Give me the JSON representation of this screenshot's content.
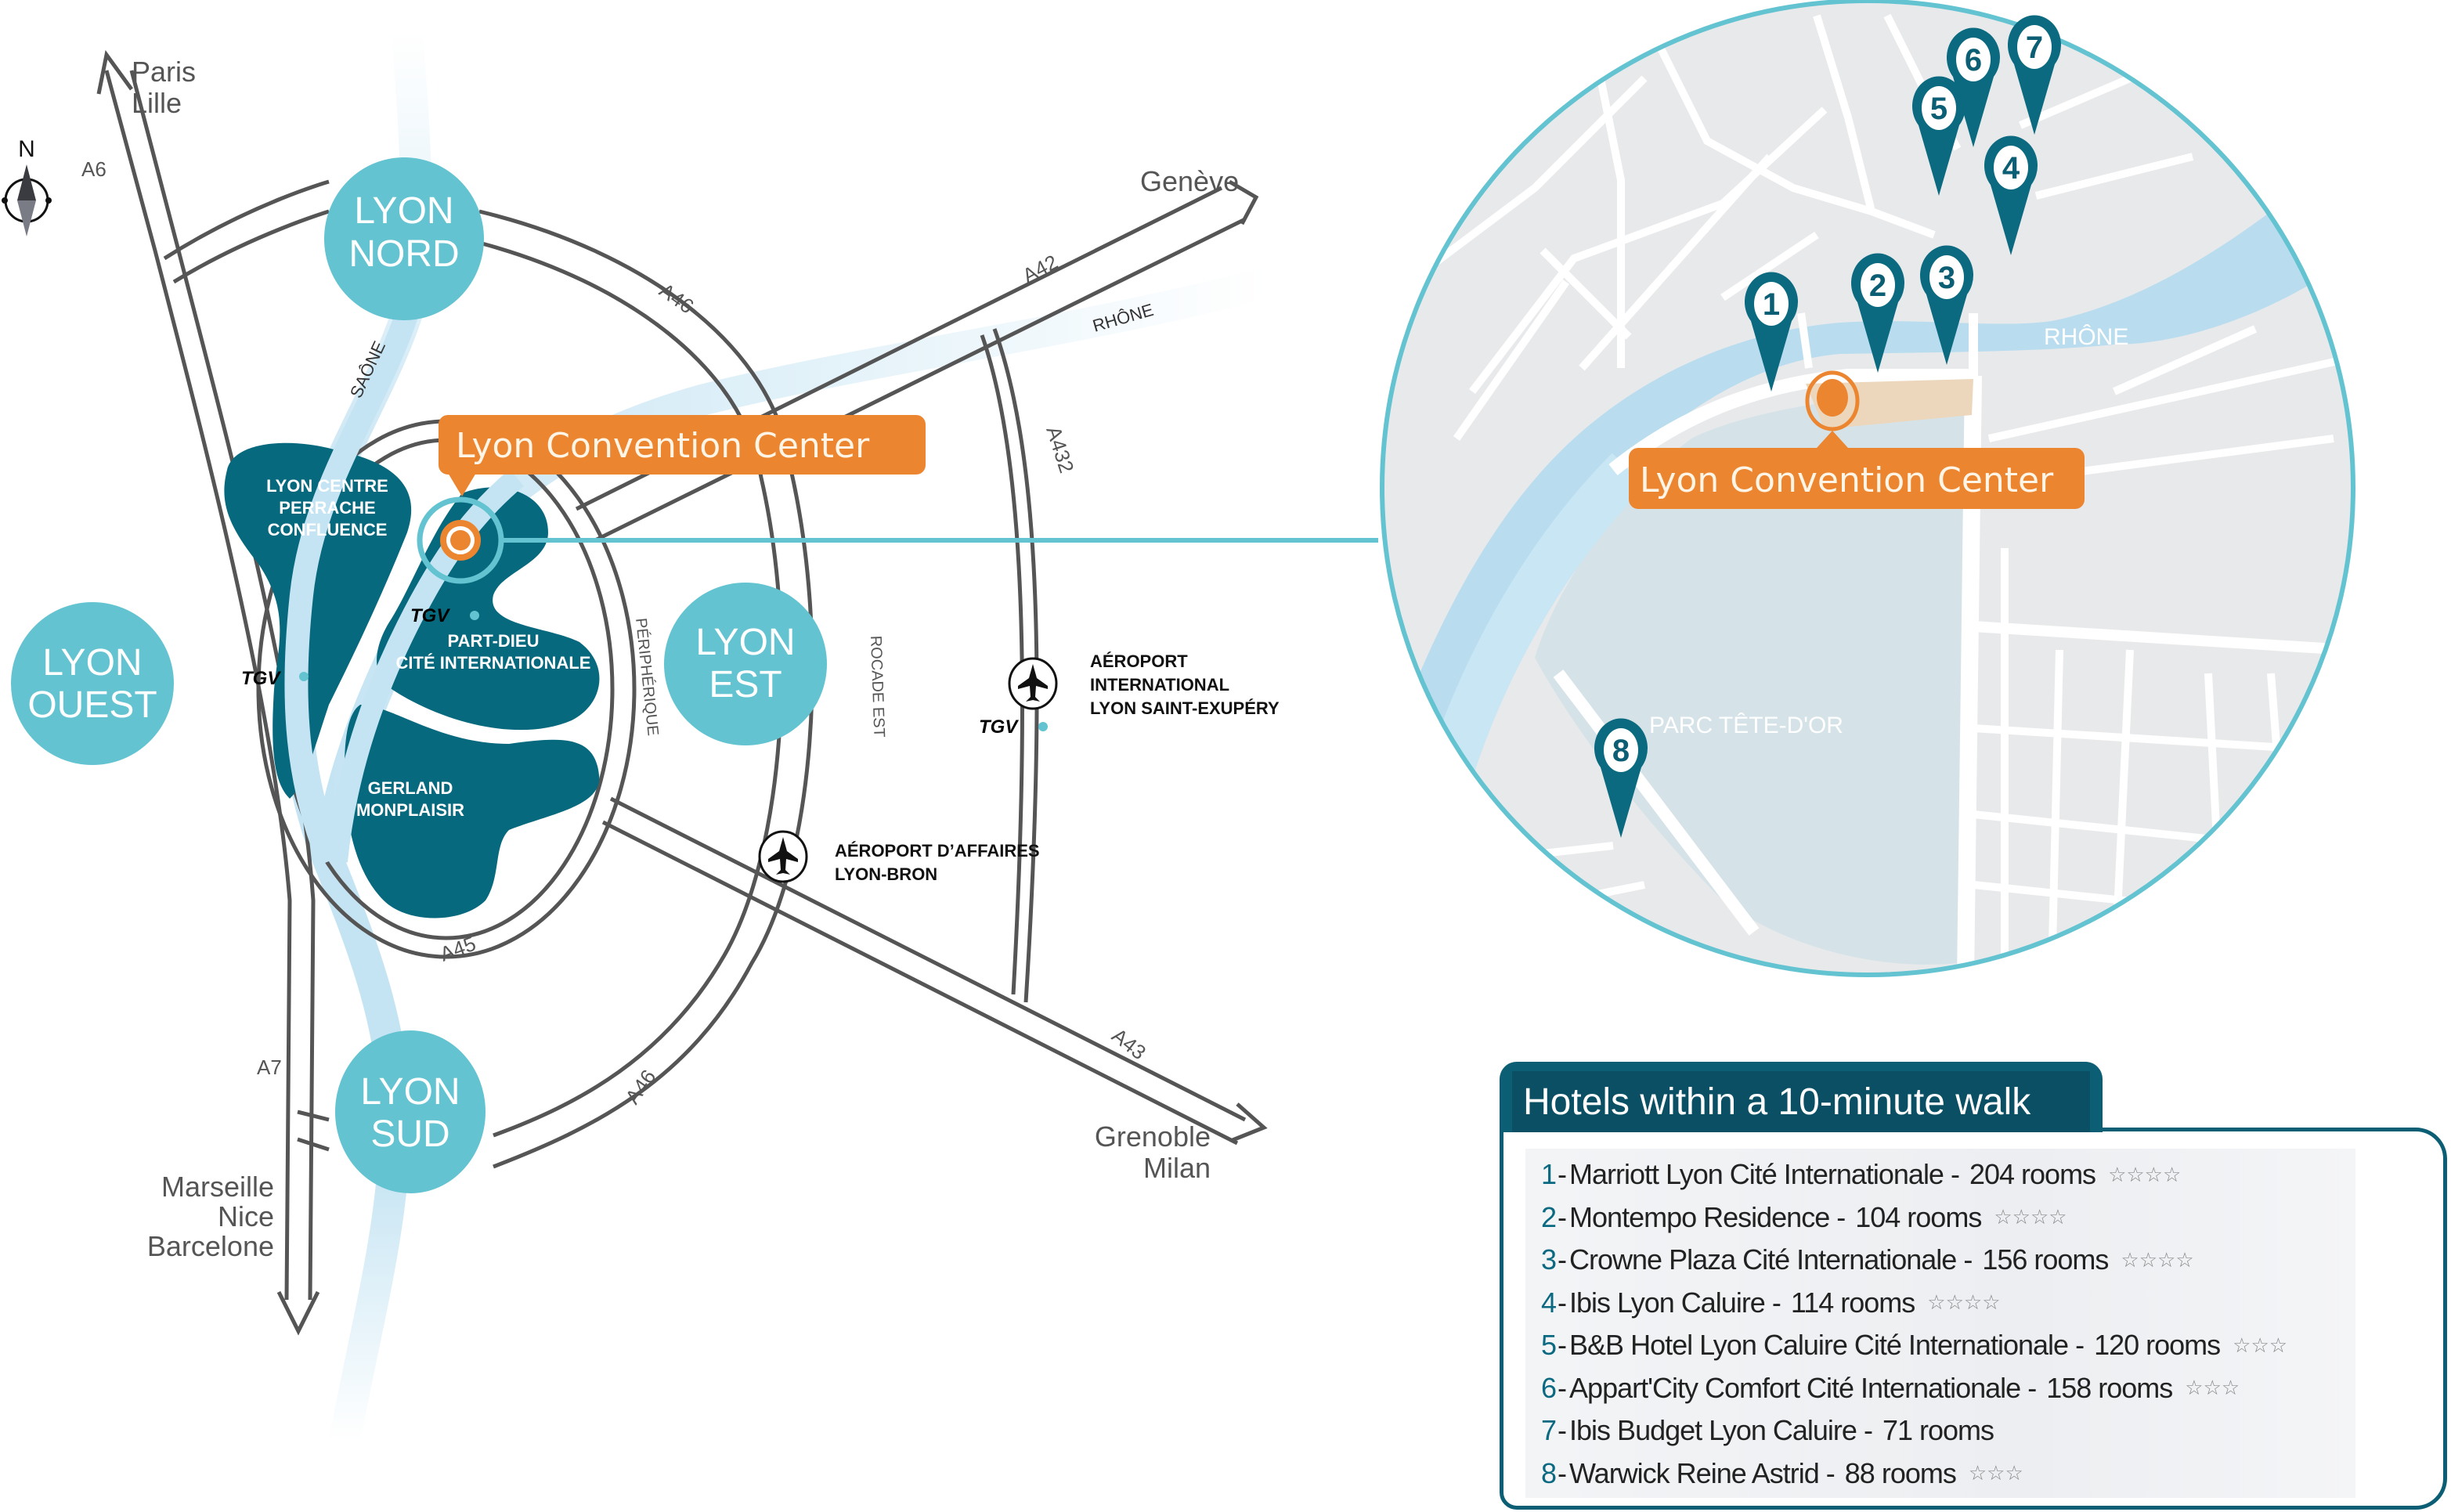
{
  "compass": {
    "north_label": "N",
    "icon": "compass-icon"
  },
  "destinations": {
    "north": [
      "Paris",
      "Lille"
    ],
    "northeast": "Genève",
    "southeast": [
      "Grenoble",
      "Milan"
    ],
    "south": [
      "Marseille",
      "Nice",
      "Barcelone"
    ]
  },
  "roads": {
    "a6": "A6",
    "a7": "A7",
    "a42": "A42",
    "a43": "A43",
    "a45": "A45",
    "a46_north": "A46",
    "a46_south": "A46",
    "a432": "A432",
    "peripherique": "PÉRIPHÉRIQUE",
    "rocade_est": "ROCADE EST"
  },
  "rivers": {
    "saone": "SAÔNE",
    "rhone": "RHÔNE"
  },
  "zones": {
    "nord": [
      "LYON",
      "NORD"
    ],
    "ouest": [
      "LYON",
      "OUEST"
    ],
    "est": [
      "LYON",
      "EST"
    ],
    "sud": [
      "LYON",
      "SUD"
    ]
  },
  "districts": {
    "centre": [
      "LYON CENTRE",
      "PERRACHE",
      "CONFLUENCE"
    ],
    "partdieu": [
      "PART-DIEU",
      "CITÉ INTERNATIONALE"
    ],
    "gerland": [
      "GERLAND",
      "MONPLAISIR"
    ]
  },
  "tgv_label": "TGV",
  "airports": {
    "saint_exupery": [
      "AÉROPORT",
      "INTERNATIONAL",
      "LYON SAINT-EXUPÉRY"
    ],
    "bron": [
      "AÉROPORT D’AFFAIRES",
      "LYON-BRON"
    ]
  },
  "venue": {
    "name": "Lyon Convention Center"
  },
  "detail_map": {
    "river_label": "RHÔNE",
    "park_label": "PARC TÊTE-D'OR",
    "venue_label": "Lyon Convention Center",
    "pins": [
      "1",
      "2",
      "3",
      "4",
      "5",
      "6",
      "7",
      "8"
    ]
  },
  "hotels": {
    "title": "Hotels within a 10-minute walk",
    "items": [
      {
        "num": "1",
        "name": "Marriott Lyon Cité Internationale",
        "rooms": "204 rooms",
        "stars": "☆☆☆☆",
        "star_count": 4
      },
      {
        "num": "2",
        "name": "Montempo Residence",
        "rooms": "104 rooms",
        "stars": "☆☆☆☆",
        "star_count": 4
      },
      {
        "num": "3",
        "name": "Crowne Plaza Cité Internationale",
        "rooms": "156 rooms",
        "stars": "☆☆☆☆",
        "star_count": 4
      },
      {
        "num": "4",
        "name": "Ibis Lyon Caluire",
        "rooms": "114 rooms",
        "stars": "☆☆☆☆",
        "star_count": 4
      },
      {
        "num": "5",
        "name": "B&B Hotel Lyon Caluire Cité Internationale",
        "rooms": "120 rooms",
        "stars": "☆☆☆",
        "star_count": 3
      },
      {
        "num": "6",
        "name": "Appart'City Comfort Cité Internationale",
        "rooms": "158 rooms",
        "stars": "☆☆☆",
        "star_count": 3
      },
      {
        "num": "7",
        "name": "Ibis Budget Lyon Caluire",
        "rooms": "71 rooms",
        "stars": "",
        "star_count": 0
      },
      {
        "num": "8",
        "name": "Warwick Reine Astrid",
        "rooms": "88 rooms",
        "stars": "☆☆☆",
        "star_count": 3
      }
    ]
  },
  "colors": {
    "zone": "#63c3d1",
    "district": "#07697d",
    "river": "#c5e4f3",
    "accent_orange": "#ec8530",
    "pin": "#0b6a80",
    "road": "#555555",
    "detail_land": "#e8e9eb",
    "detail_park": "#d5e3e8"
  }
}
